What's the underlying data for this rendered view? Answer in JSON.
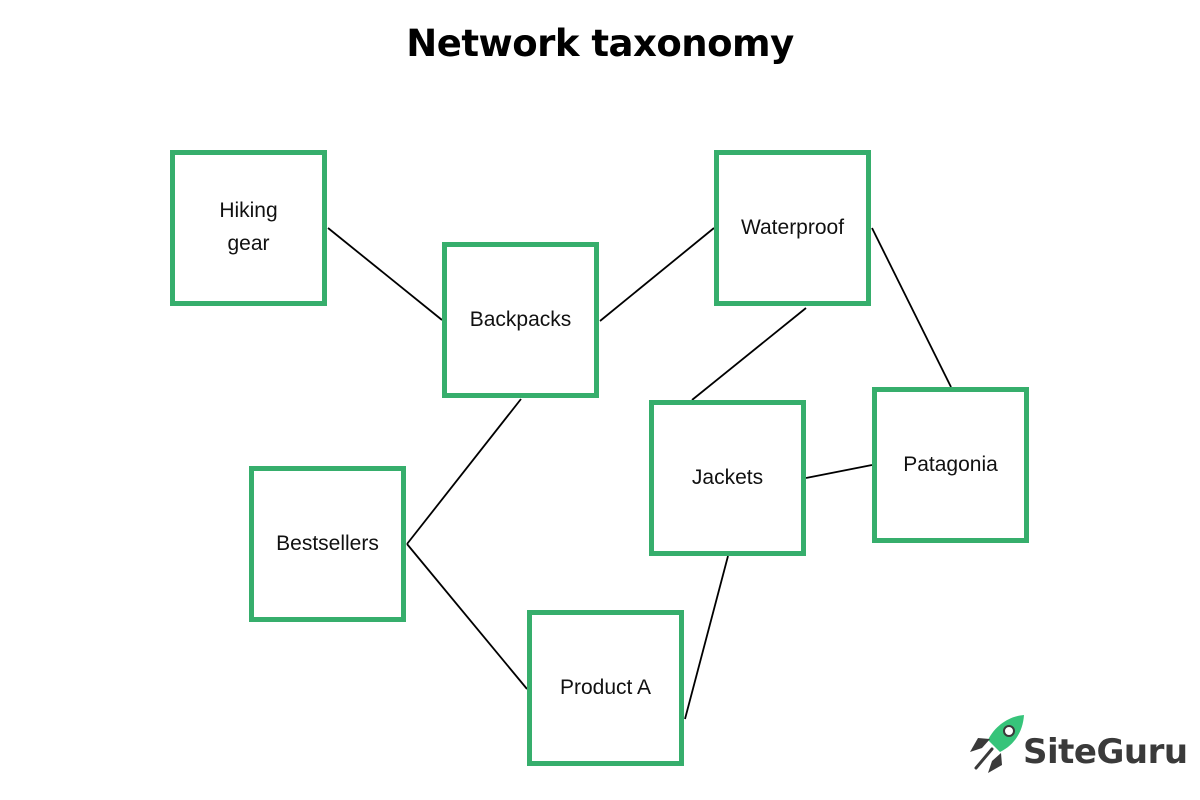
{
  "title": "Network taxonomy",
  "colors": {
    "node_border": "#36ae6c",
    "edge": "#000000",
    "logo_accent": "#36c47a",
    "logo_text": "#3a3a3a"
  },
  "nodes": [
    {
      "id": "hiking-gear",
      "label": "Hiking\ngear"
    },
    {
      "id": "backpacks",
      "label": "Backpacks"
    },
    {
      "id": "waterproof",
      "label": "Waterproof"
    },
    {
      "id": "jackets",
      "label": "Jackets"
    },
    {
      "id": "patagonia",
      "label": "Patagonia"
    },
    {
      "id": "bestsellers",
      "label": "Bestsellers"
    },
    {
      "id": "product-a",
      "label": "Product A"
    }
  ],
  "edges": [
    {
      "from": "hiking-gear",
      "to": "backpacks"
    },
    {
      "from": "backpacks",
      "to": "waterproof"
    },
    {
      "from": "backpacks",
      "to": "bestsellers"
    },
    {
      "from": "waterproof",
      "to": "jackets"
    },
    {
      "from": "waterproof",
      "to": "patagonia"
    },
    {
      "from": "jackets",
      "to": "patagonia"
    },
    {
      "from": "jackets",
      "to": "product-a"
    },
    {
      "from": "bestsellers",
      "to": "product-a"
    }
  ],
  "logo": {
    "text": "SiteGuru",
    "icon": "rocket-icon"
  }
}
